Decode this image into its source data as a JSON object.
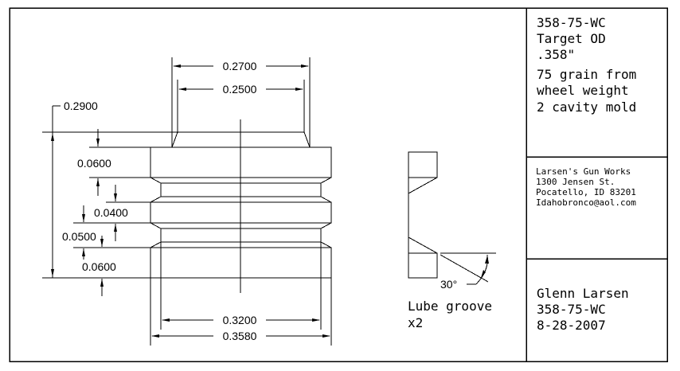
{
  "title_block": {
    "top": {
      "lines": [
        "358-75-WC",
        "Target OD",
        ".358\"",
        "75 grain from",
        "wheel weight",
        "2 cavity mold"
      ]
    },
    "middle": {
      "lines": [
        "Larsen's Gun Works",
        "1300 Jensen St.",
        "Pocatello, ID  83201",
        "Idahobronco@aol.com"
      ]
    },
    "bottom": {
      "lines": [
        "Glenn Larsen",
        "358-75-WC",
        "8-28-2007"
      ]
    }
  },
  "dimensions": {
    "nose_outer_width": "0.2700",
    "nose_inner_width": "0.2500",
    "nose_length": "0.2900",
    "top_band_height": "0.0600",
    "middle_band_height": "0.0400",
    "groove_height": "0.0500",
    "bottom_band_height": "0.0600",
    "groove_diameter": "0.3200",
    "body_diameter": "0.3580"
  },
  "detail": {
    "angle_label": "30°",
    "note_line1": "Lube groove",
    "note_line2": "x2"
  }
}
